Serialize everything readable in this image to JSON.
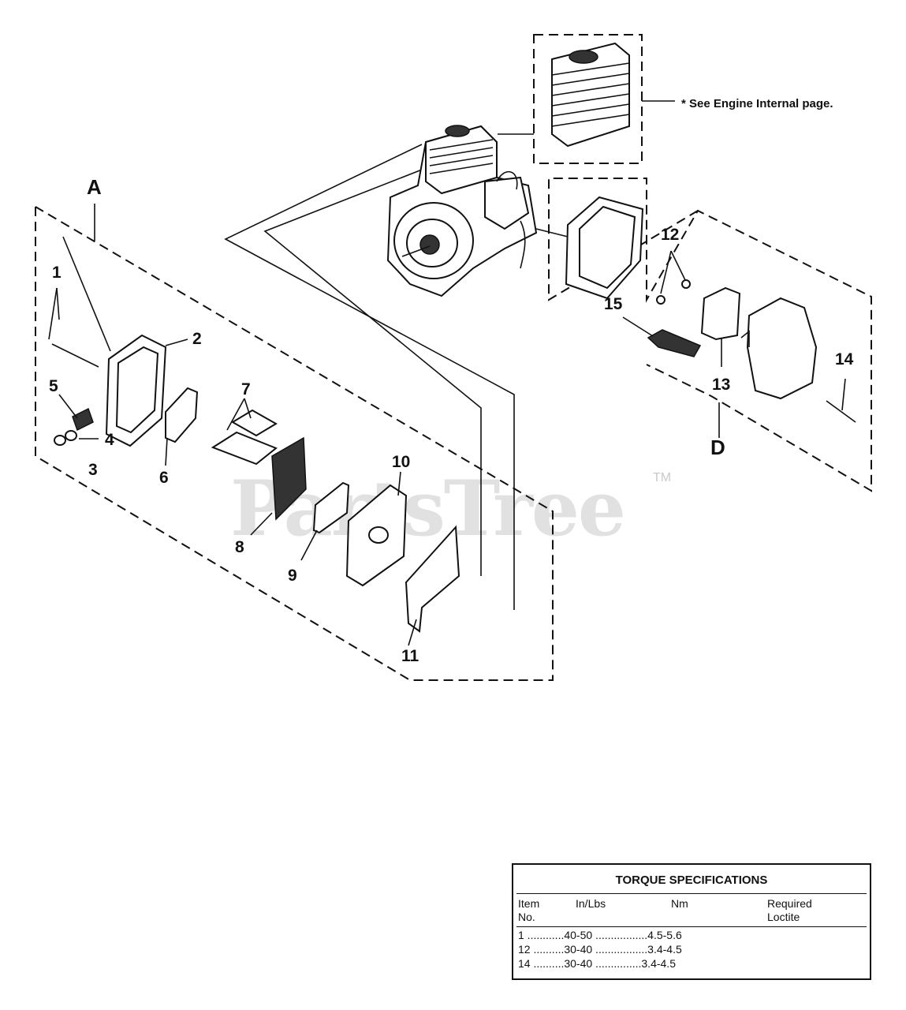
{
  "diagram": {
    "group_labels": {
      "a": "A",
      "d": "D"
    },
    "part_numbers": [
      "1",
      "2",
      "3",
      "4",
      "5",
      "6",
      "7",
      "8",
      "9",
      "10",
      "11",
      "12",
      "13",
      "14",
      "15"
    ],
    "note": "* See Engine Internal page.",
    "watermark": "PartsTree",
    "trademark": "TM"
  },
  "torque_table": {
    "title": "TORQUE SPECIFICATIONS",
    "headers": {
      "item": "Item\nNo.",
      "inlbs": "In/Lbs",
      "nm": "Nm",
      "loctite": "Required\nLoctite"
    },
    "rows": [
      {
        "text": "1 ............40-50 .................4.5-5.6"
      },
      {
        "text": "12 ..........30-40 .................3.4-4.5"
      },
      {
        "text": "14 ..........30-40 ...............3.4-4.5"
      }
    ]
  }
}
